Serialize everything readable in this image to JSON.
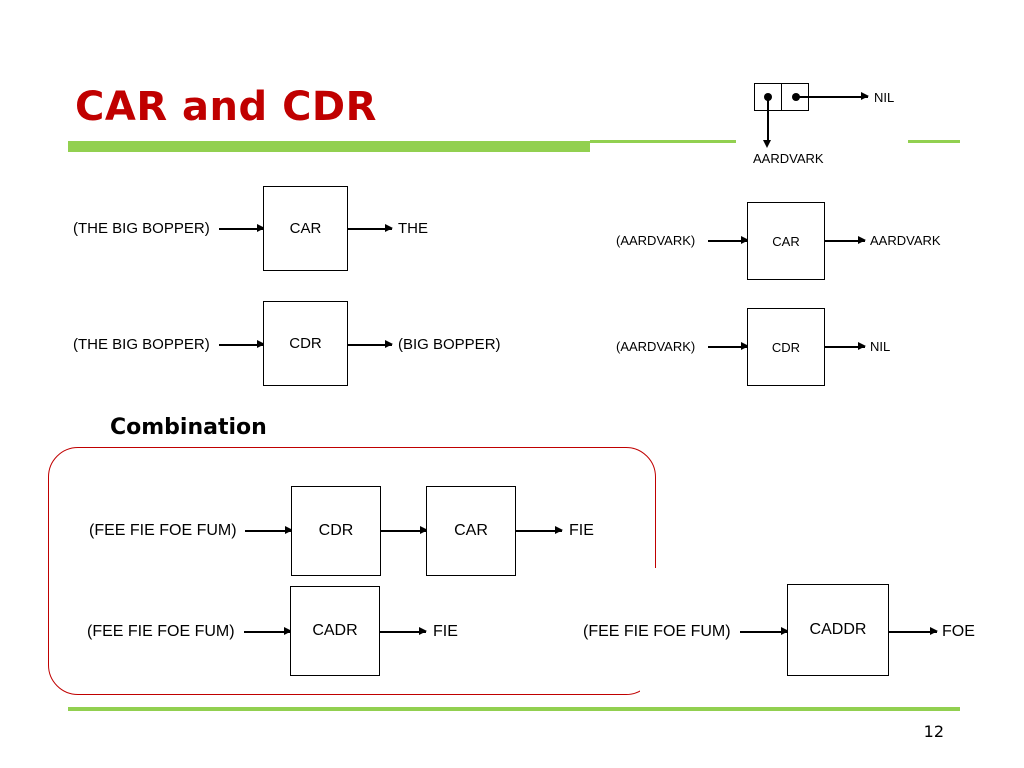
{
  "slide": {
    "title": "CAR and CDR",
    "page_number": "12",
    "combination_heading": "Combination"
  },
  "cons_cell": {
    "cdr_target": "NIL",
    "car_target": "AARDVARK"
  },
  "diagrams": [
    {
      "input": "(THE BIG BOPPER)",
      "op": "CAR",
      "output": "THE"
    },
    {
      "input": "(THE BIG BOPPER)",
      "op": "CDR",
      "output": "(BIG BOPPER)"
    },
    {
      "input": "(AARDVARK)",
      "op": "CAR",
      "output": "AARDVARK"
    },
    {
      "input": "(AARDVARK)",
      "op": "CDR",
      "output": "NIL"
    }
  ],
  "combinations": [
    {
      "input": "(FEE FIE FOE FUM)",
      "ops": [
        "CDR",
        "CAR"
      ],
      "output": "FIE"
    },
    {
      "input": "(FEE FIE FOE FUM)",
      "op": "CADR",
      "output": "FIE"
    },
    {
      "input": "(FEE FIE FOE FUM)",
      "op": "CADDR",
      "output": "FOE"
    }
  ],
  "colors": {
    "title": "#c00000",
    "accent_bar": "#92d050",
    "frame": "#c00000"
  }
}
